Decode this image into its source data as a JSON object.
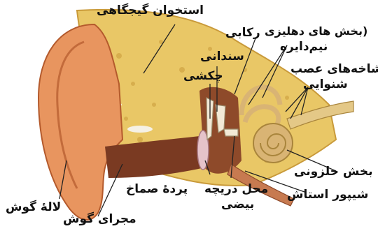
{
  "labels": {
    "skull_bone": "استخوان گیجگاهی",
    "stirrup": "رکابی",
    "vestibular": "(بخش های دهلیزی",
    "semicircular": "نیم‌دایره",
    "anvil": "سندانی",
    "hammer": "چکشی",
    "nerve_line1": "شاخه‌های عصب",
    "nerve_line2": "شنوایی",
    "cochlea": "بخش حلزونی",
    "eustachian": "شیپور استاش",
    "oval_window_line1": "محل دریچه",
    "oval_window_line2": "بیضی",
    "eardrum": "پردهٔ صماخ",
    "pinna": "لالهٔ گوش",
    "ear_canal": "مجرای گوش"
  },
  "colors": {
    "skin": "#e8955f",
    "skin_dark": "#b45a2c",
    "bone": "#e9c766",
    "bone_dark": "#c99a3a",
    "cochlea": "#d9b474",
    "cavity": "#7a3a22",
    "line": "#222222"
  }
}
